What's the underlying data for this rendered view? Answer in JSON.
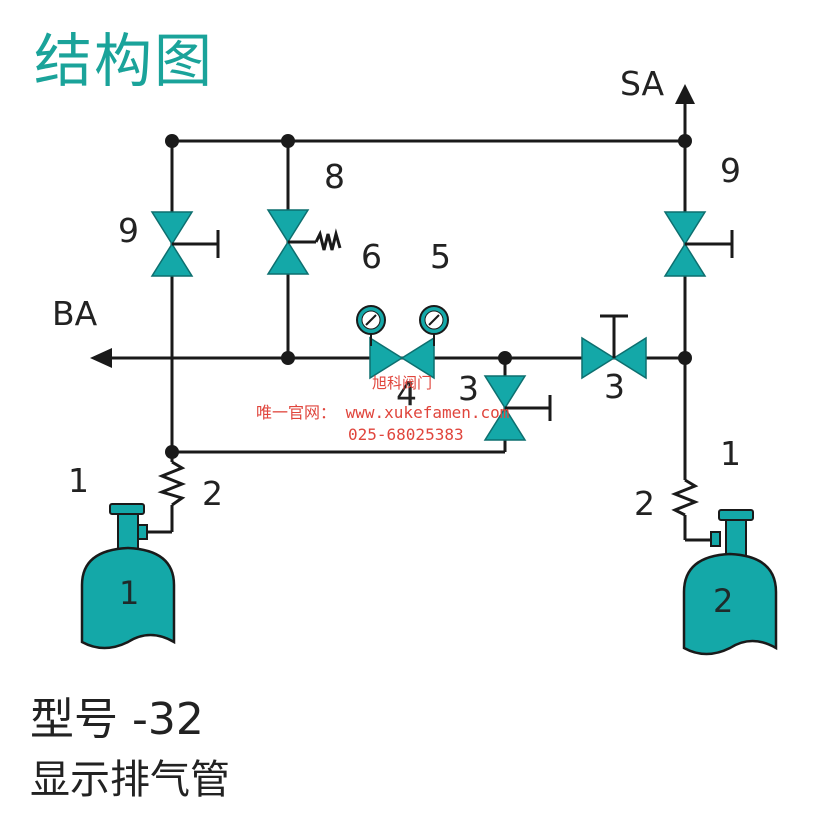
{
  "title": "结构图",
  "model": "型号 -32",
  "description": "显示排气管",
  "outlets": {
    "sa": "SA",
    "ba": "BA"
  },
  "labels": {
    "l9_left": "9",
    "l8": "8",
    "l6": "6",
    "l5": "5",
    "l9_right": "9",
    "l4": "4",
    "l3_mid": "3",
    "l3_right": "3",
    "l1_left": "1",
    "l2_left": "2",
    "l1_right": "1",
    "l2_right": "2"
  },
  "cylinders": {
    "left": "1",
    "right": "2"
  },
  "watermark": {
    "brand": "旭科阀门",
    "site": "唯一官网： www.xukefamen.com",
    "phone": "025-68025383"
  },
  "colors": {
    "accent": "#1aa39a",
    "valve": "#14a8a8",
    "line": "#1a1a1a",
    "watermark": "#e0453c"
  }
}
